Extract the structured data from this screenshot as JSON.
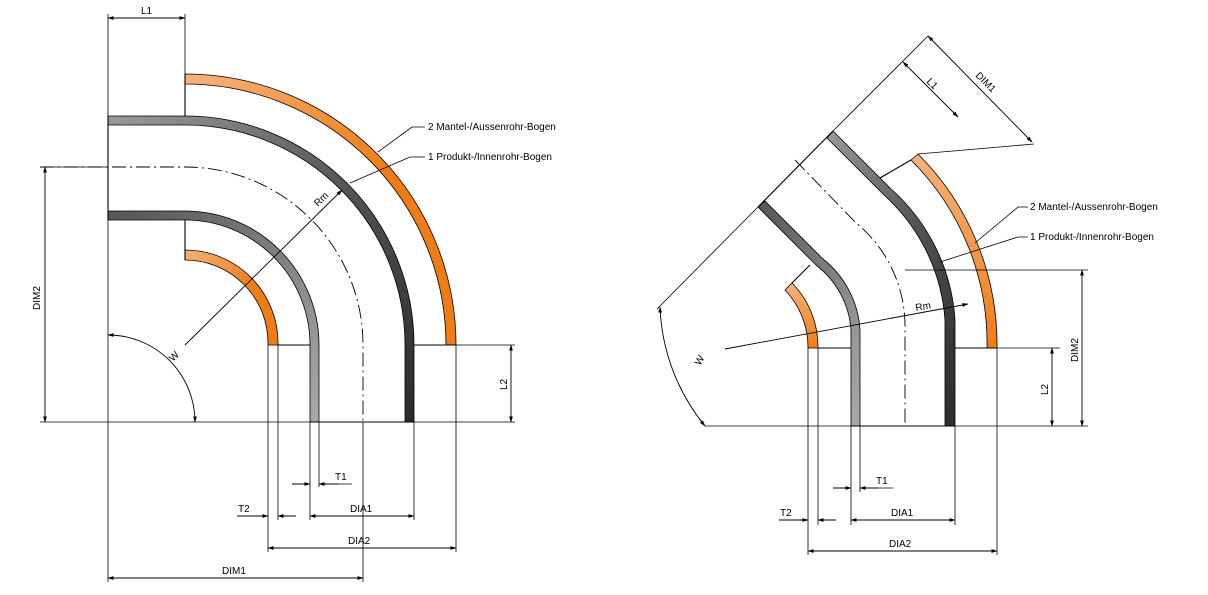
{
  "left": {
    "labels": {
      "l1": "L1",
      "dim2": "DIM2",
      "rm": "Rm",
      "w": "W",
      "l2": "L2",
      "t1": "T1",
      "t2": "T2",
      "dia1": "DIA1",
      "dia2": "DIA2",
      "dim1": "DIM1"
    },
    "callouts": {
      "outer": "2  Mantel-/Aussenrohr-Bogen",
      "inner": "1  Produkt-/Innenrohr-Bogen"
    }
  },
  "right": {
    "labels": {
      "l1": "L1",
      "dim1": "DIM1",
      "rm": "Rm",
      "w": "W",
      "l2": "L2",
      "dim2": "DIM2",
      "t1": "T1",
      "t2": "T2",
      "dia1": "DIA1",
      "dia2": "DIA2"
    },
    "callouts": {
      "outer": "2  Mantel-/Aussenrohr-Bogen",
      "inner": "1  Produkt-/Innenrohr-Bogen"
    }
  },
  "colors": {
    "orange": "#f07d14",
    "orange_light": "#f6b27c",
    "dark": "#333333",
    "grey": "#9a9a9a"
  }
}
